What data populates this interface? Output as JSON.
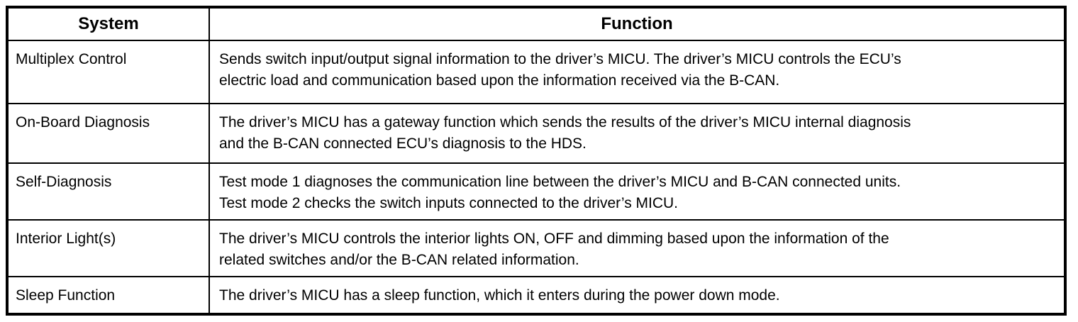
{
  "colors": {
    "border": "#000000",
    "background": "#ffffff",
    "text": "#000000"
  },
  "table": {
    "headers": {
      "system": "System",
      "function": "Function"
    },
    "rows": [
      {
        "system": "Multiplex Control",
        "function": "Sends switch input/output signal information to the driver’s MICU. The driver’s MICU controls the ECU’s\nelectric load and communication based upon the information received via the B-CAN."
      },
      {
        "system": "On-Board Diagnosis",
        "function": "The driver’s MICU has a gateway function which sends the results of the driver’s MICU internal diagnosis\nand the B-CAN connected ECU’s diagnosis to the HDS."
      },
      {
        "system": "Self-Diagnosis",
        "function": "Test mode 1 diagnoses the communication line between the driver’s MICU and B-CAN connected units.\nTest mode 2 checks the switch inputs connected to the driver’s MICU."
      },
      {
        "system": "Interior Light(s)",
        "function": "The driver’s MICU controls the interior lights ON, OFF and dimming based upon the information of the\nrelated switches and/or the B-CAN related information."
      },
      {
        "system": "Sleep Function",
        "function": "The driver’s MICU has a sleep function, which it enters during the power down mode."
      }
    ]
  }
}
